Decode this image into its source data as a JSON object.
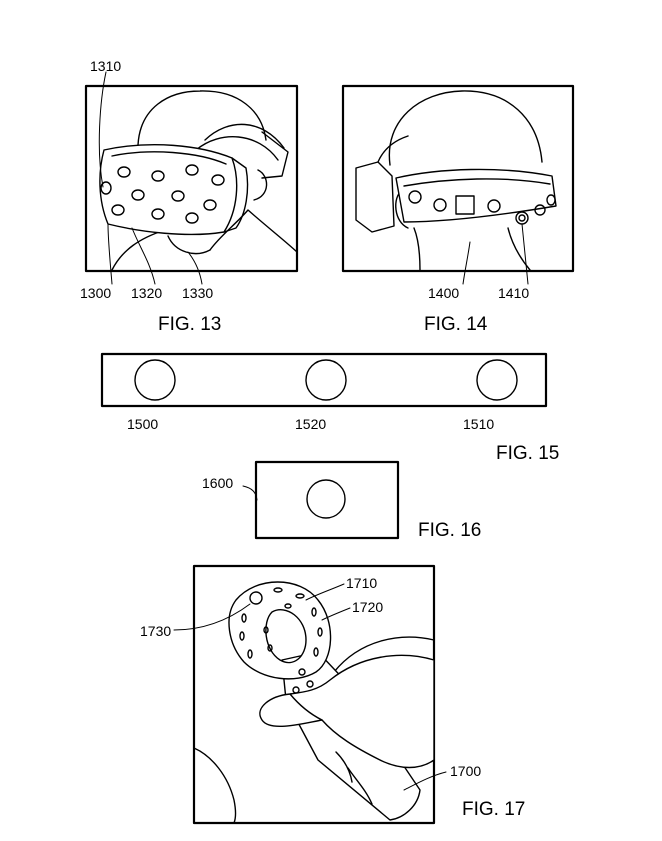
{
  "figures": {
    "fig13": {
      "caption": "FIG. 13",
      "refs": {
        "r1310": "1310",
        "r1300": "1300",
        "r1320": "1320",
        "r1330": "1330"
      }
    },
    "fig14": {
      "caption": "FIG. 14",
      "refs": {
        "r1400": "1400",
        "r1410": "1410"
      }
    },
    "fig15": {
      "caption": "FIG. 15",
      "refs": {
        "r1500": "1500",
        "r1520": "1520",
        "r1510": "1510"
      }
    },
    "fig16": {
      "caption": "FIG. 16",
      "refs": {
        "r1600": "1600"
      }
    },
    "fig17": {
      "caption": "FIG. 17",
      "refs": {
        "r1710": "1710",
        "r1720": "1720",
        "r1730": "1730",
        "r1700": "1700"
      }
    }
  }
}
